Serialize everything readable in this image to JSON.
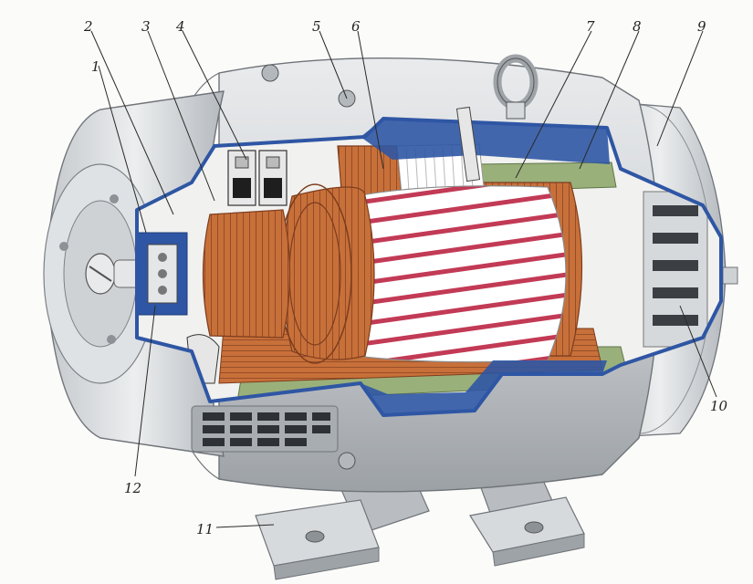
{
  "figure": {
    "callouts": [
      "1",
      "2",
      "3",
      "4",
      "5",
      "6",
      "7",
      "8",
      "9",
      "10",
      "11",
      "12"
    ]
  },
  "colors": {
    "housing": "#cfd2d5",
    "housing_shadow": "#9ea3a8",
    "cutaway_edge": "#2f56a4",
    "copper": "#c8703a",
    "copper_dark": "#8c4522",
    "armature_slot": "#c23a55",
    "insulation": "#9ab07a",
    "background": "#fbfbf9"
  }
}
